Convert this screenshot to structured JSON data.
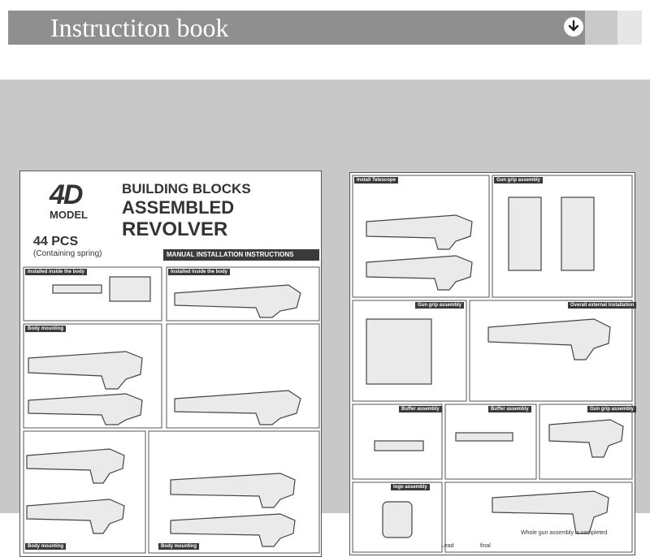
{
  "header": {
    "title": "Instructiton book",
    "download_icon": "arrow-down-circle-icon",
    "bar_color": "#8f8f8f"
  },
  "page_left": {
    "logo_4d": "4D",
    "logo_model": "MODEL",
    "title_line1": "BUILDING BLOCKS",
    "title_line2": "ASSEMBLED",
    "title_line3": "REVOLVER",
    "pieces": "44 PCS",
    "pieces_note": "(Containing spring)",
    "manual_bar": "MANUAL INSTALLATION INSTRUCTIONS",
    "labels": {
      "installed_body_a": "Installed inside the body",
      "installed_body_b": "Installed inside the body",
      "body_mounting_a": "Body mounting",
      "body_mounting_b": "Body mounting",
      "body_mounting_c": "Body mounting"
    }
  },
  "page_right": {
    "labels": {
      "install_telescope": "Install Telescope",
      "gun_grip_a": "Gun grip assembly",
      "gun_grip_b": "Gun grip assembly",
      "gun_grip_c": "Gun grip assembly",
      "overall_external": "Overall external installation",
      "buffer_a": "Buffer assembly",
      "buffer_b": "Buffer assembly",
      "logo_assembly": "logo assembly",
      "whole_gun": "Whole gun assembly is completed",
      "lead": "Lead",
      "final": "final"
    }
  }
}
